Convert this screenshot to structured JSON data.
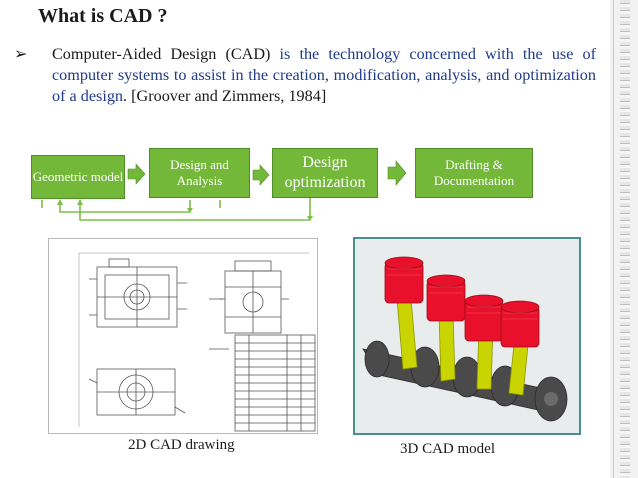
{
  "slide": {
    "title": "What is CAD ?",
    "bullet_marker": "➢",
    "bullet": {
      "part1": "Computer-Aided Design (CAD) ",
      "part2": "is the technology concerned with the use of computer systems to assist in the creation, modification, analysis, and optimization of a design",
      "part3": ". [Groover and Zimmers, 1984]"
    }
  },
  "flow": {
    "steps": [
      {
        "label": "Geometric model"
      },
      {
        "label": "Design and Analysis"
      },
      {
        "label": "Design optimization"
      },
      {
        "label": "Drafting & Documentation"
      }
    ]
  },
  "figures": {
    "left_caption": "2D CAD drawing",
    "right_caption": "3D CAD model"
  },
  "colors": {
    "box_green": "#74b83a",
    "arrow_green": "#74b83a",
    "feedback_line": "#7cc04a",
    "piston_red": "#e8102a",
    "rod_yellow": "#c9d400",
    "crank_gray": "#4a4a4a",
    "title_text": "#1a1a1a",
    "highlight_blue": "#1e3a8a"
  }
}
